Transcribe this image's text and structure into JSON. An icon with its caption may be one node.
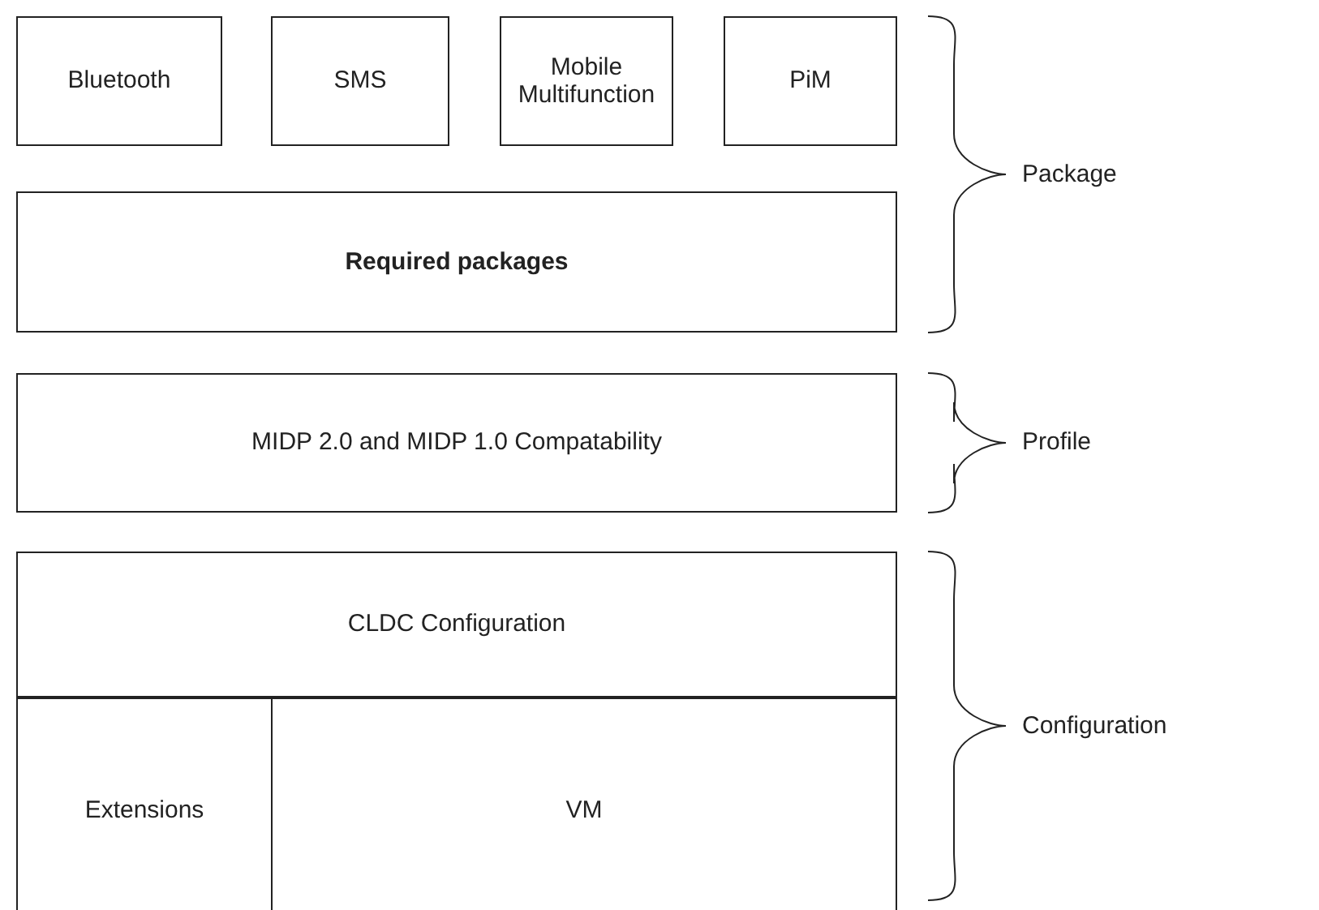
{
  "diagram": {
    "nodes": [
      {
        "text": [
          "Bluetooth"
        ]
      },
      {
        "text": [
          "SMS"
        ]
      },
      {
        "text": [
          "Mobile Multifunction"
        ]
      },
      {
        "text": [
          "PiM"
        ]
      },
      {
        "text": [
          "Required packages"
        ]
      },
      {
        "text": [
          "MIDP 2.0 and MIDP 1.0 Compatability"
        ]
      },
      {
        "text": [
          "CLDC Configuration"
        ]
      },
      {
        "text": [
          "Extensions"
        ]
      },
      {
        "text": [
          "VM"
        ]
      }
    ],
    "labels": [
      "Package",
      "Profile",
      "Configuration"
    ]
  }
}
